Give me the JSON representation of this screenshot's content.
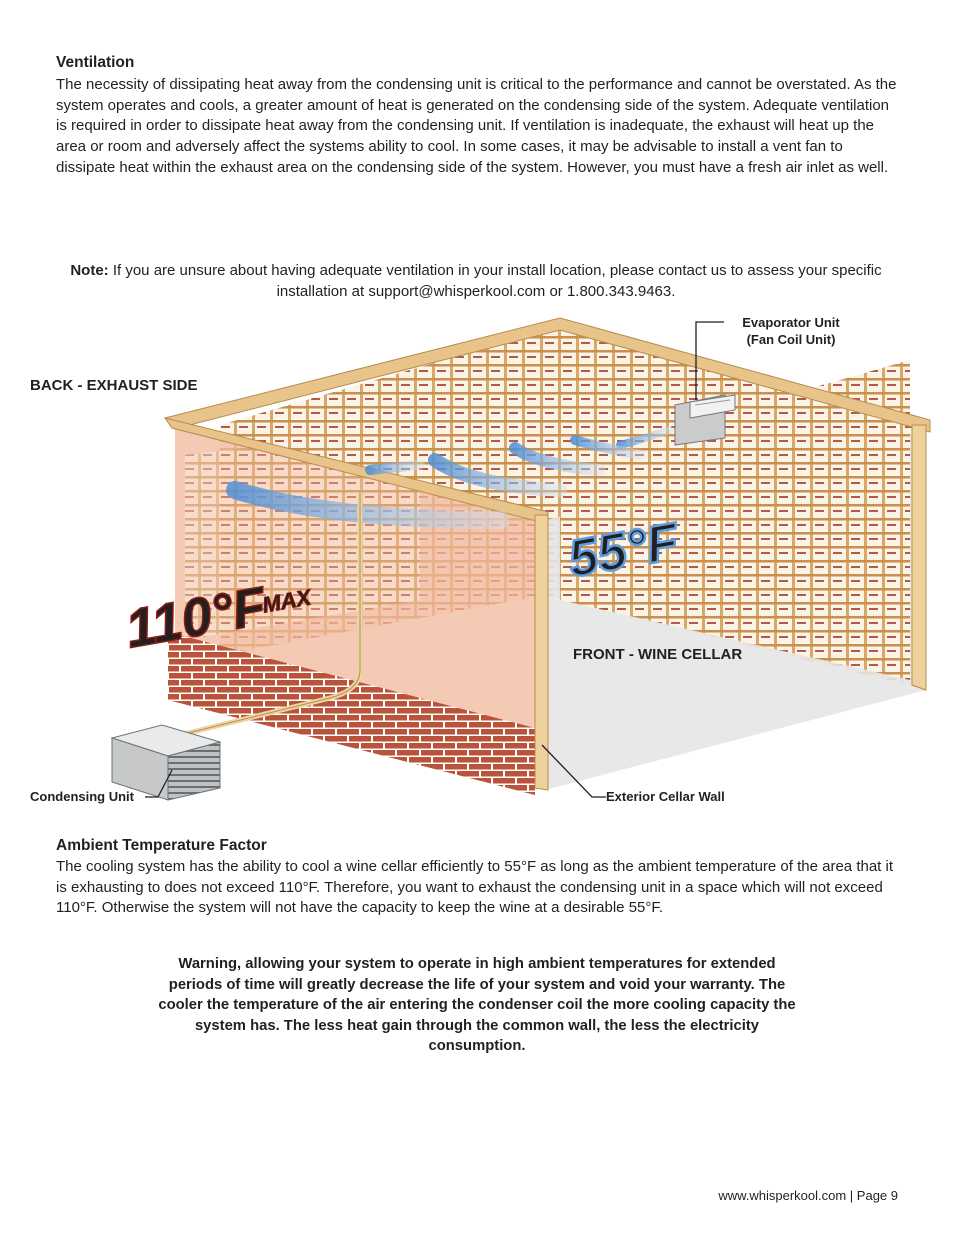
{
  "ventilation": {
    "title": "Ventilation",
    "body": "The necessity of dissipating heat away from the condensing unit is critical to the performance and cannot be overstated. As the system operates and cools, a greater amount of heat is generated on the condensing side of the system. Adequate ventilation is required in order to dissipate heat away from the condensing unit. If ventilation is inadequate, the exhaust will heat up the area or room and adversely affect the systems ability to cool. In some cases, it may be advisable to install a vent fan to dissipate heat within the exhaust area on the condensing side of the system. However, you must have a fresh air inlet as well."
  },
  "note": {
    "label": "Note:",
    "text": " If you are unsure about having adequate ventilation in your install location, please contact us to assess your specific installation at support@whisperkool.com or 1.800.343.9463."
  },
  "diagram": {
    "evaporator_label_line1": "Evaporator Unit",
    "evaporator_label_line2": "(Fan Coil Unit)",
    "back_label": "BACK - EXHAUST SIDE",
    "front_label": "FRONT - WINE CELLAR",
    "hot_temp": "110°F",
    "hot_suffix": "MAX",
    "cold_temp": "55°F",
    "condensing_label": "Condensing Unit",
    "wall_label": "Exterior Cellar Wall",
    "colors": {
      "hot_wall": "#f0b89c",
      "wood": "#e8c48a",
      "brick": "#b9533a",
      "cold_air": "#4f8fd6",
      "hot_text": "#e23a2a",
      "cold_text": "#5d9de0"
    }
  },
  "ambient": {
    "title": "Ambient Temperature Factor",
    "body": "The cooling system has the ability to cool a wine cellar efficiently to 55°F as long as the ambient temperature of the area that it is exhausting to does not exceed 110°F. Therefore, you want to exhaust the condensing unit in a space which will not exceed 110°F. Otherwise the system will not have the capacity to keep the wine at a desirable 55°F."
  },
  "warning": {
    "text": "Warning, allowing your system to operate in high ambient temperatures for extended periods of time will greatly decrease the life of your system and void your warranty. The cooler the temperature of the air entering the condenser coil the more cooling capacity the system has. The less heat gain through the common wall, the less the electricity consumption."
  },
  "footer": {
    "text": "www.whisperkool.com | Page 9"
  }
}
